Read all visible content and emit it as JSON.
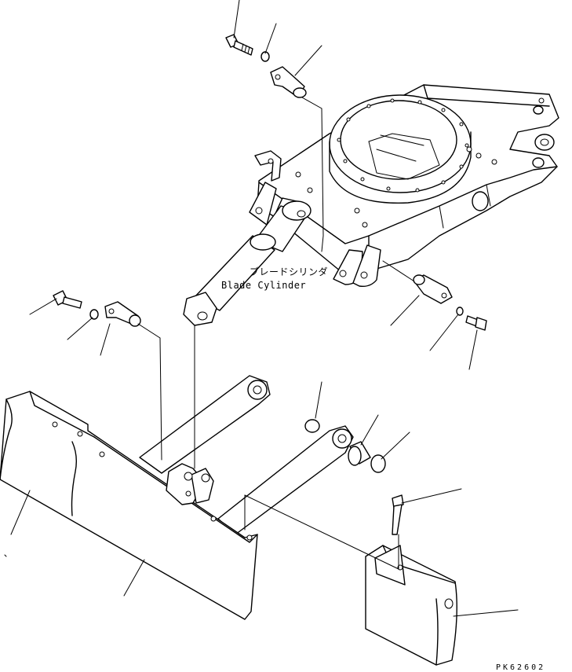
{
  "labels": {
    "blade_cylinder_jp": "ブレードシリンダ",
    "blade_cylinder_en": "Blade Cylinder",
    "figure_code": "PK62602"
  }
}
